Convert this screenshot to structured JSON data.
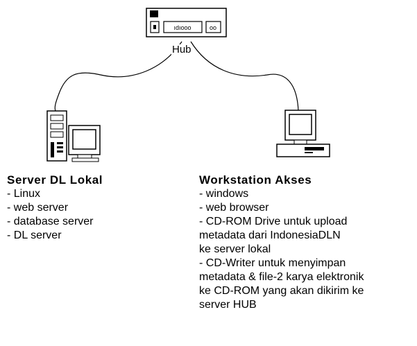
{
  "hub": {
    "label": "Hub"
  },
  "server": {
    "title": "Server DL Lokal",
    "items": [
      "- Linux",
      "- web server",
      "- database server",
      "- DL server"
    ]
  },
  "workstation": {
    "title": "Workstation Akses",
    "items": [
      "- windows",
      "- web browser",
      "- CD-ROM Drive untuk upload",
      "metadata dari IndonesiaDLN",
      "ke server lokal",
      "- CD-Writer untuk menyimpan",
      "metadata & file-2 karya elektronik",
      "ke CD-ROM yang akan dikirim ke",
      "server HUB"
    ]
  }
}
